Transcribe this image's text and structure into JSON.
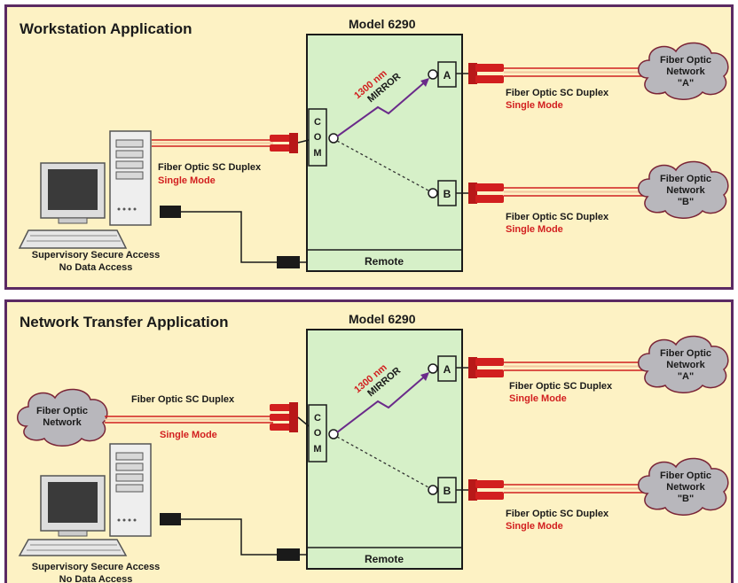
{
  "panels": [
    {
      "title": "Workstation Application",
      "model": "Model 6290",
      "com_letters": [
        "C",
        "O",
        "M"
      ],
      "remote": "Remote",
      "wavelength": "1300 nm",
      "mirror": "MIRROR",
      "port_a": "A",
      "port_b": "B",
      "left_fiber": {
        "type": "Fiber Optic SC Duplex",
        "mode": "Single Mode"
      },
      "link_a": {
        "type": "Fiber Optic SC Duplex",
        "mode": "Single Mode"
      },
      "link_b": {
        "type": "Fiber Optic SC Duplex",
        "mode": "Single Mode"
      },
      "cloud_a": [
        "Fiber Optic",
        "Network",
        "\"A\""
      ],
      "cloud_b": [
        "Fiber Optic",
        "Network",
        "\"B\""
      ],
      "supervisory": [
        "Supervisory Secure Access",
        "No Data Access"
      ]
    },
    {
      "title": "Network Transfer Application",
      "model": "Model 6290",
      "com_letters": [
        "C",
        "O",
        "M"
      ],
      "remote": "Remote",
      "wavelength": "1300 nm",
      "mirror": "MIRROR",
      "port_a": "A",
      "port_b": "B",
      "left_fiber": {
        "type": "Fiber Optic SC Duplex",
        "mode": "Single Mode"
      },
      "link_a": {
        "type": "Fiber Optic SC Duplex",
        "mode": "Single Mode"
      },
      "link_b": {
        "type": "Fiber Optic SC Duplex",
        "mode": "Single Mode"
      },
      "cloud_a": [
        "Fiber Optic",
        "Network",
        "\"A\""
      ],
      "cloud_b": [
        "Fiber Optic",
        "Network",
        "\"B\""
      ],
      "cloud_left": [
        "Fiber Optic",
        "Network"
      ],
      "supervisory": [
        "Supervisory Secure Access",
        "No Data Access"
      ]
    }
  ],
  "colors": {
    "panel_bg": "#fdf2c4",
    "border": "#5b2a63",
    "device_bg": "#d6f0c8",
    "accent_red": "#d21f1f",
    "mirror_arrow": "#6a2a8a",
    "cloud_fill": "#b8b7bc"
  }
}
